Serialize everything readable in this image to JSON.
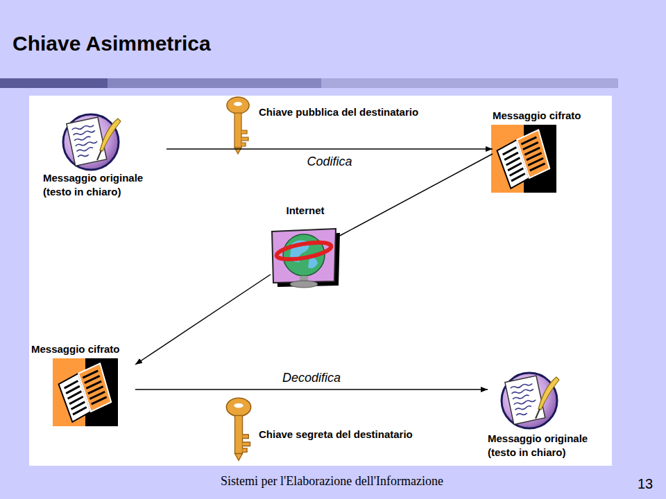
{
  "diagram": {
    "title": "Chiave Asimmetrica",
    "nodes": [
      {
        "text": [
          "Messaggio originale (testo in chiaro)"
        ]
      },
      {
        "text": [
          "Messaggio cifrato"
        ]
      },
      {
        "text": [
          "Internet"
        ]
      },
      {
        "text": [
          "Messaggio cifrato"
        ]
      },
      {
        "text": [
          "Messaggio originale (testo in chiaro)"
        ]
      }
    ],
    "edges": [
      {
        "from": 0,
        "to": 1,
        "label": "Codifica",
        "arrow": "to"
      },
      {
        "from": 1,
        "to": 2,
        "arrow": "none"
      },
      {
        "from": 2,
        "to": 3,
        "arrow": "to"
      },
      {
        "from": 3,
        "to": 4,
        "label": "Decodifica",
        "arrow": "to"
      }
    ],
    "labels": [
      "Chiave pubblica del destinatario",
      "Chiave segreta del destinatario",
      "Sistemi per l'Elaborazione dell'Informazione",
      "13"
    ]
  }
}
